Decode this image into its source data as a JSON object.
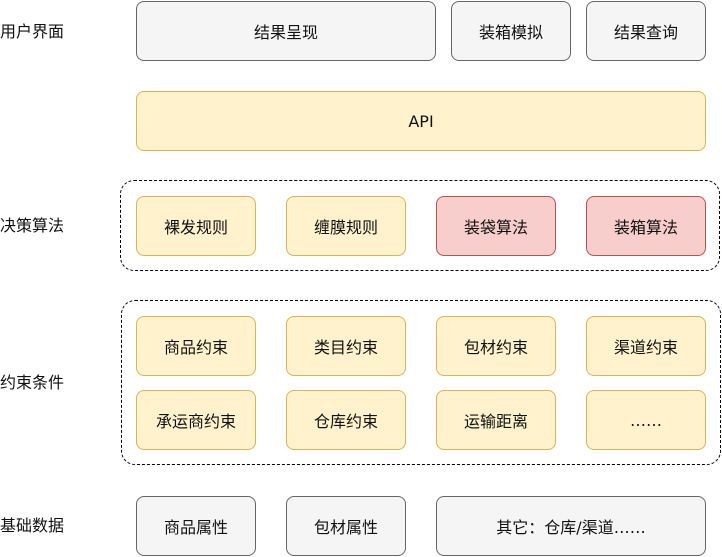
{
  "layers": {
    "ui": {
      "label": "用户界面",
      "boxes": [
        "结果呈现",
        "装箱模拟",
        "结果查询"
      ]
    },
    "api": {
      "label": "API"
    },
    "algorithm": {
      "label": "决策算法",
      "boxes": [
        "裸发规则",
        "缠膜规则",
        "装袋算法",
        "装箱算法"
      ]
    },
    "constraints": {
      "label": "约束条件",
      "row1": [
        "商品约束",
        "类目约束",
        "包材约束",
        "渠道约束"
      ],
      "row2": [
        "承运商约束",
        "仓库约束",
        "运输距离",
        "……"
      ]
    },
    "data": {
      "label": "基础数据",
      "boxes": [
        "商品属性",
        "包材属性",
        "其它：仓库/渠道……"
      ]
    }
  },
  "colors": {
    "gray_fill": "#f5f5f5",
    "gray_stroke": "#666666",
    "yellow_fill": "#fff2cc",
    "yellow_stroke": "#d6b656",
    "red_fill": "#f8cecc",
    "red_stroke": "#b85450"
  }
}
